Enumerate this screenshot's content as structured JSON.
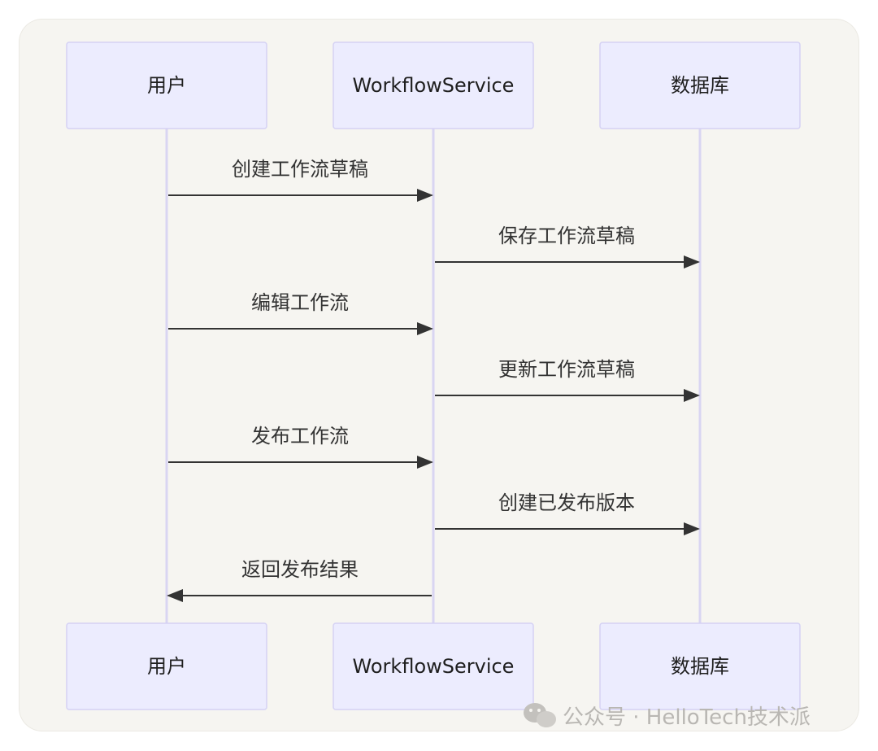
{
  "participants": [
    "用户",
    "WorkflowService",
    "数据库"
  ],
  "messages": [
    {
      "from": 0,
      "to": 1,
      "label": "创建工作流草稿"
    },
    {
      "from": 1,
      "to": 2,
      "label": "保存工作流草稿"
    },
    {
      "from": 0,
      "to": 1,
      "label": "编辑工作流"
    },
    {
      "from": 1,
      "to": 2,
      "label": "更新工作流草稿"
    },
    {
      "from": 0,
      "to": 1,
      "label": "发布工作流"
    },
    {
      "from": 1,
      "to": 2,
      "label": "创建已发布版本"
    },
    {
      "from": 1,
      "to": 0,
      "label": "返回发布结果"
    }
  ],
  "watermark": {
    "text": "公众号 · HelloTech技术派",
    "icon": "wechat-icon"
  },
  "colors": {
    "background": "#f6f5f1",
    "actor_fill": "#ececfe",
    "actor_border": "#d5d2f4",
    "lifeline": "#d9d5f2",
    "message": "#333333",
    "watermark": "#b9b7b3"
  }
}
